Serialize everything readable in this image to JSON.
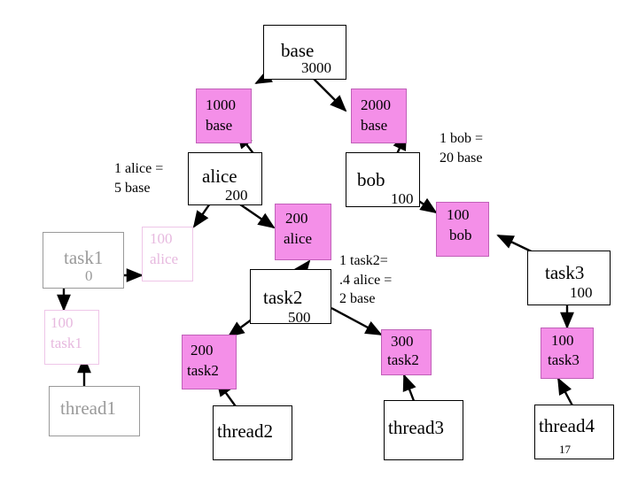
{
  "slide": {
    "page_number": "17",
    "colors": {
      "pink_fill": "#F48FE8",
      "pink_border": "#C060B8",
      "faded_pink": "#E7B9DF",
      "faded_border": "#EFC6E8",
      "gray": "#9a9a9a",
      "outline": "#000000",
      "background": "#ffffff"
    }
  },
  "nodes": {
    "base": {
      "title": "base",
      "count": "3000",
      "style": "outline"
    },
    "unit_1000_base": {
      "line1": "1000",
      "line2": "base",
      "style": "pink"
    },
    "unit_2000_base": {
      "line1": "2000",
      "line2": "base",
      "style": "pink"
    },
    "alice": {
      "title": "alice",
      "count": "200",
      "style": "outline"
    },
    "bob": {
      "title": "bob",
      "count": "100",
      "style": "outline"
    },
    "unit_100_alice": {
      "line1": "100",
      "line2": "alice",
      "style": "faded"
    },
    "unit_200_alice": {
      "line1": "200",
      "line2": "alice",
      "style": "pink"
    },
    "unit_100_bob": {
      "line1": "100",
      "line2": "bob",
      "style": "pink"
    },
    "task1": {
      "title": "task1",
      "count": "0",
      "style": "gray"
    },
    "task2": {
      "title": "task2",
      "count": "500",
      "style": "outline"
    },
    "task3": {
      "title": "task3",
      "count": "100",
      "style": "outline"
    },
    "unit_100_task1": {
      "line1": "100",
      "line2": "task1",
      "style": "faded"
    },
    "unit_200_task2": {
      "line1": "200",
      "line2": "task2",
      "style": "pink"
    },
    "unit_300_task2": {
      "line1": "300",
      "line2": "task2",
      "style": "pink"
    },
    "unit_100_task3": {
      "line1": "100",
      "line2": "task3",
      "style": "pink"
    },
    "thread1": {
      "title": "thread1",
      "style": "gray"
    },
    "thread2": {
      "title": "thread2",
      "style": "outline"
    },
    "thread3": {
      "title": "thread3",
      "style": "outline"
    },
    "thread4": {
      "title": "thread4",
      "style": "outline"
    }
  },
  "notes": {
    "alice_rate_line1": "1 alice =",
    "alice_rate_line2": "5 base",
    "bob_rate_line1": "1 bob =",
    "bob_rate_line2": "20 base",
    "task2_rate_line1": "1 task2=",
    "task2_rate_line2": ".4 alice =",
    "task2_rate_line3": "2 base"
  }
}
